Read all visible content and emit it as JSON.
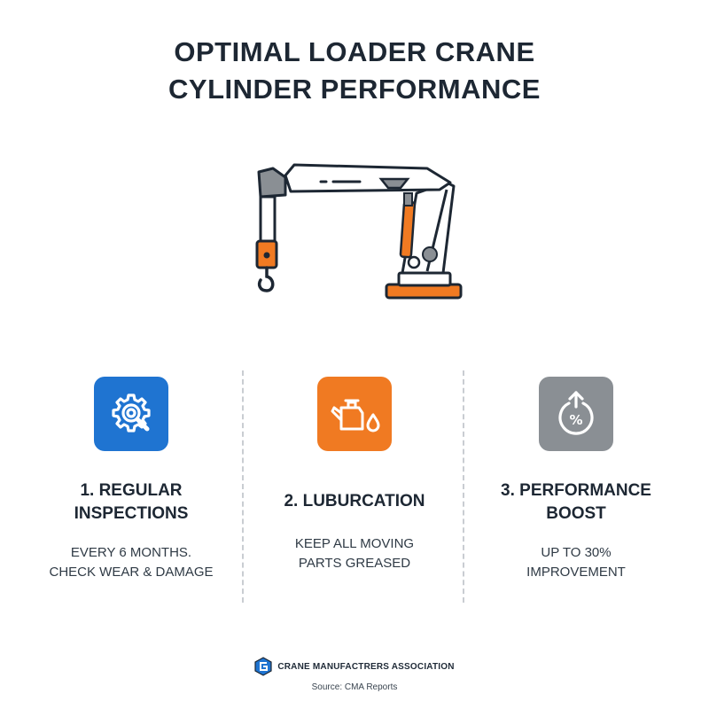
{
  "title": {
    "line1": "OPTIMAL LOADER CRANE",
    "line2": "CYLINDER PERFORMANCE"
  },
  "colors": {
    "blue": "#1f74d1",
    "orange": "#f07a22",
    "gray": "#8a8f94",
    "dark": "#1d2733"
  },
  "steps": [
    {
      "icon": "gear-magnifier-icon",
      "heading_line1": "1. REGULAR",
      "heading_line2": "INSPECTIONS",
      "desc_line1": "EVERY 6 MONTHS.",
      "desc_line2": "CHECK WEAR & DAMAGE"
    },
    {
      "icon": "oil-can-icon",
      "heading_line1": "2. LUBURCATION",
      "desc_line1": "KEEP ALL MOVING",
      "desc_line2": "PARTS GREASED"
    },
    {
      "icon": "percent-up-icon",
      "heading_line1": "3. PERFORMANCE",
      "heading_line2": "BOOST",
      "desc_line1": "UP TO 30%",
      "desc_line2": "IMPROVEMENT"
    }
  ],
  "footer": {
    "org": "CRANE MANUFACTRERS ASSOCIATION",
    "source": "Source: CMA Reports"
  }
}
